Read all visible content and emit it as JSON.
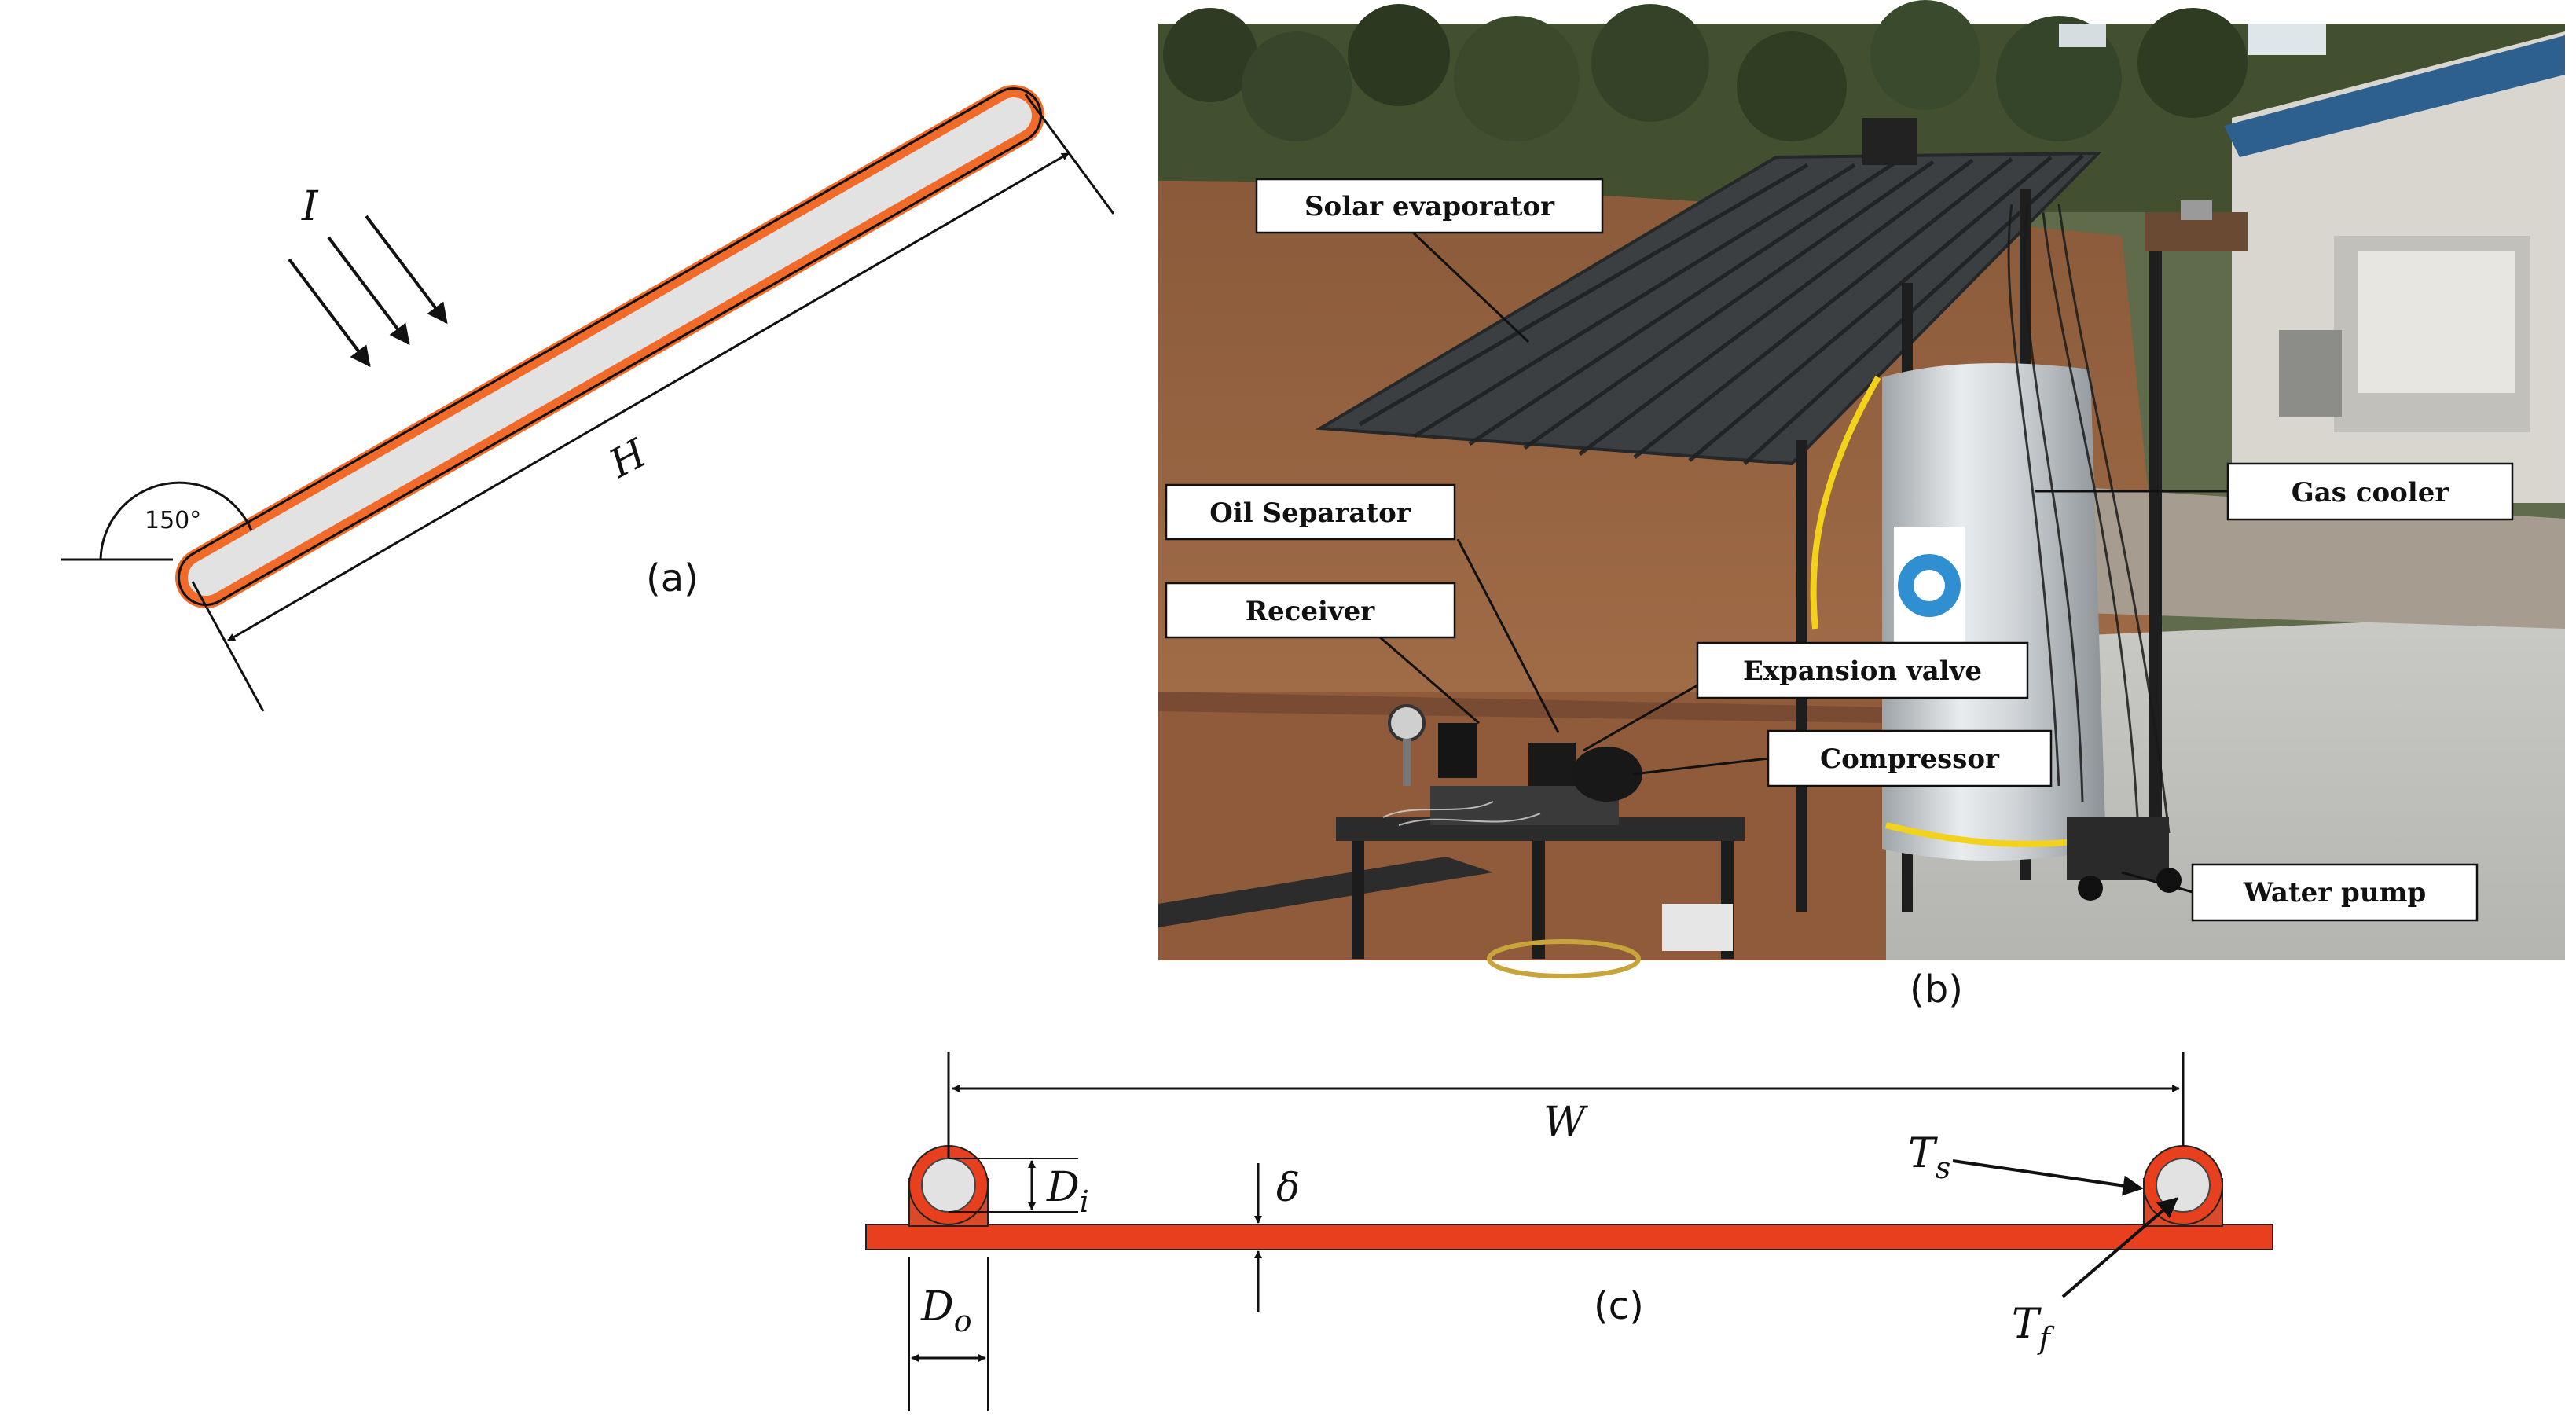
{
  "panels": {
    "a": {
      "label": "(a)",
      "irradiance_symbol": "I",
      "length_symbol": "H",
      "tilt_angle": "150°"
    },
    "b": {
      "label": "(b)",
      "callouts": [
        "Solar evaporator",
        "Oil Separator",
        "Receiver",
        "Expansion valve",
        "Compressor",
        "Gas cooler",
        "Water pump"
      ]
    },
    "c": {
      "label": "(c)",
      "width_symbol": "W",
      "inner_diameter_symbol": "D",
      "inner_diameter_sub": "i",
      "outer_diameter_symbol": "D",
      "outer_diameter_sub": "o",
      "thickness_symbol": "δ",
      "surface_temp_symbol": "T",
      "surface_temp_sub": "s",
      "fluid_temp_symbol": "T",
      "fluid_temp_sub": "f"
    }
  },
  "colors": {
    "tube_orange": "#f06a2a",
    "absorber_red": "#e8401f",
    "tube_fill": "#e2e2e2",
    "line": "#111111"
  }
}
